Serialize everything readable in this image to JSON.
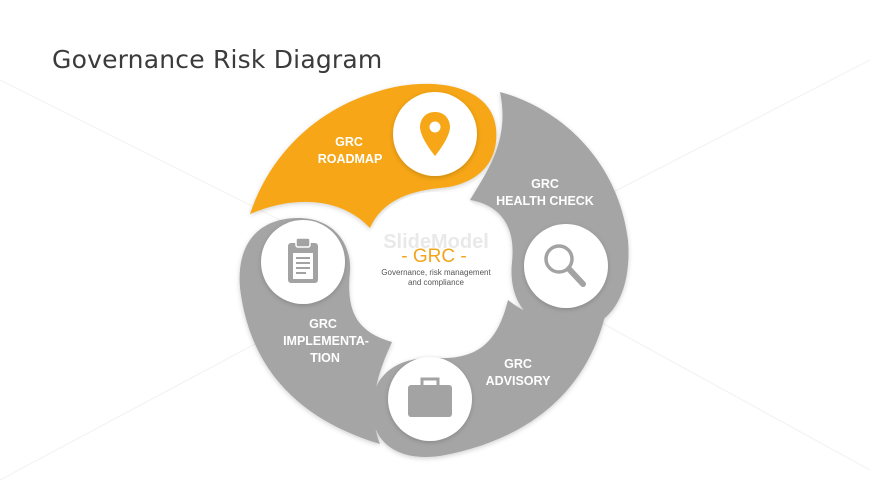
{
  "title": "Governance Risk Diagram",
  "watermark": "SlideModel",
  "center": {
    "title": "-  GRC  -",
    "subtitle_line1": "Governance, risk management",
    "subtitle_line2": "and compliance"
  },
  "segments": [
    {
      "id": "roadmap",
      "line1": "GRC",
      "line2": "ROADMAP",
      "line3": "",
      "icon": "map-pin-icon",
      "color": "#f6a616"
    },
    {
      "id": "health-check",
      "line1": "GRC",
      "line2": "HEALTH  CHECK",
      "line3": "",
      "icon": "magnifier-icon",
      "color": "#a5a5a5"
    },
    {
      "id": "advisory",
      "line1": "GRC",
      "line2": "ADVISORY",
      "line3": "",
      "icon": "briefcase-icon",
      "color": "#a5a5a5"
    },
    {
      "id": "implementation",
      "line1": "GRC",
      "line2": "IMPLEMENTA-",
      "line3": "TION",
      "icon": "clipboard-icon",
      "color": "#a5a5a5"
    }
  ],
  "colors": {
    "accent": "#f6a616",
    "segment_gray": "#a5a5a5",
    "icon_gray": "#a3a3a3",
    "title_text": "#3b3b3b"
  }
}
